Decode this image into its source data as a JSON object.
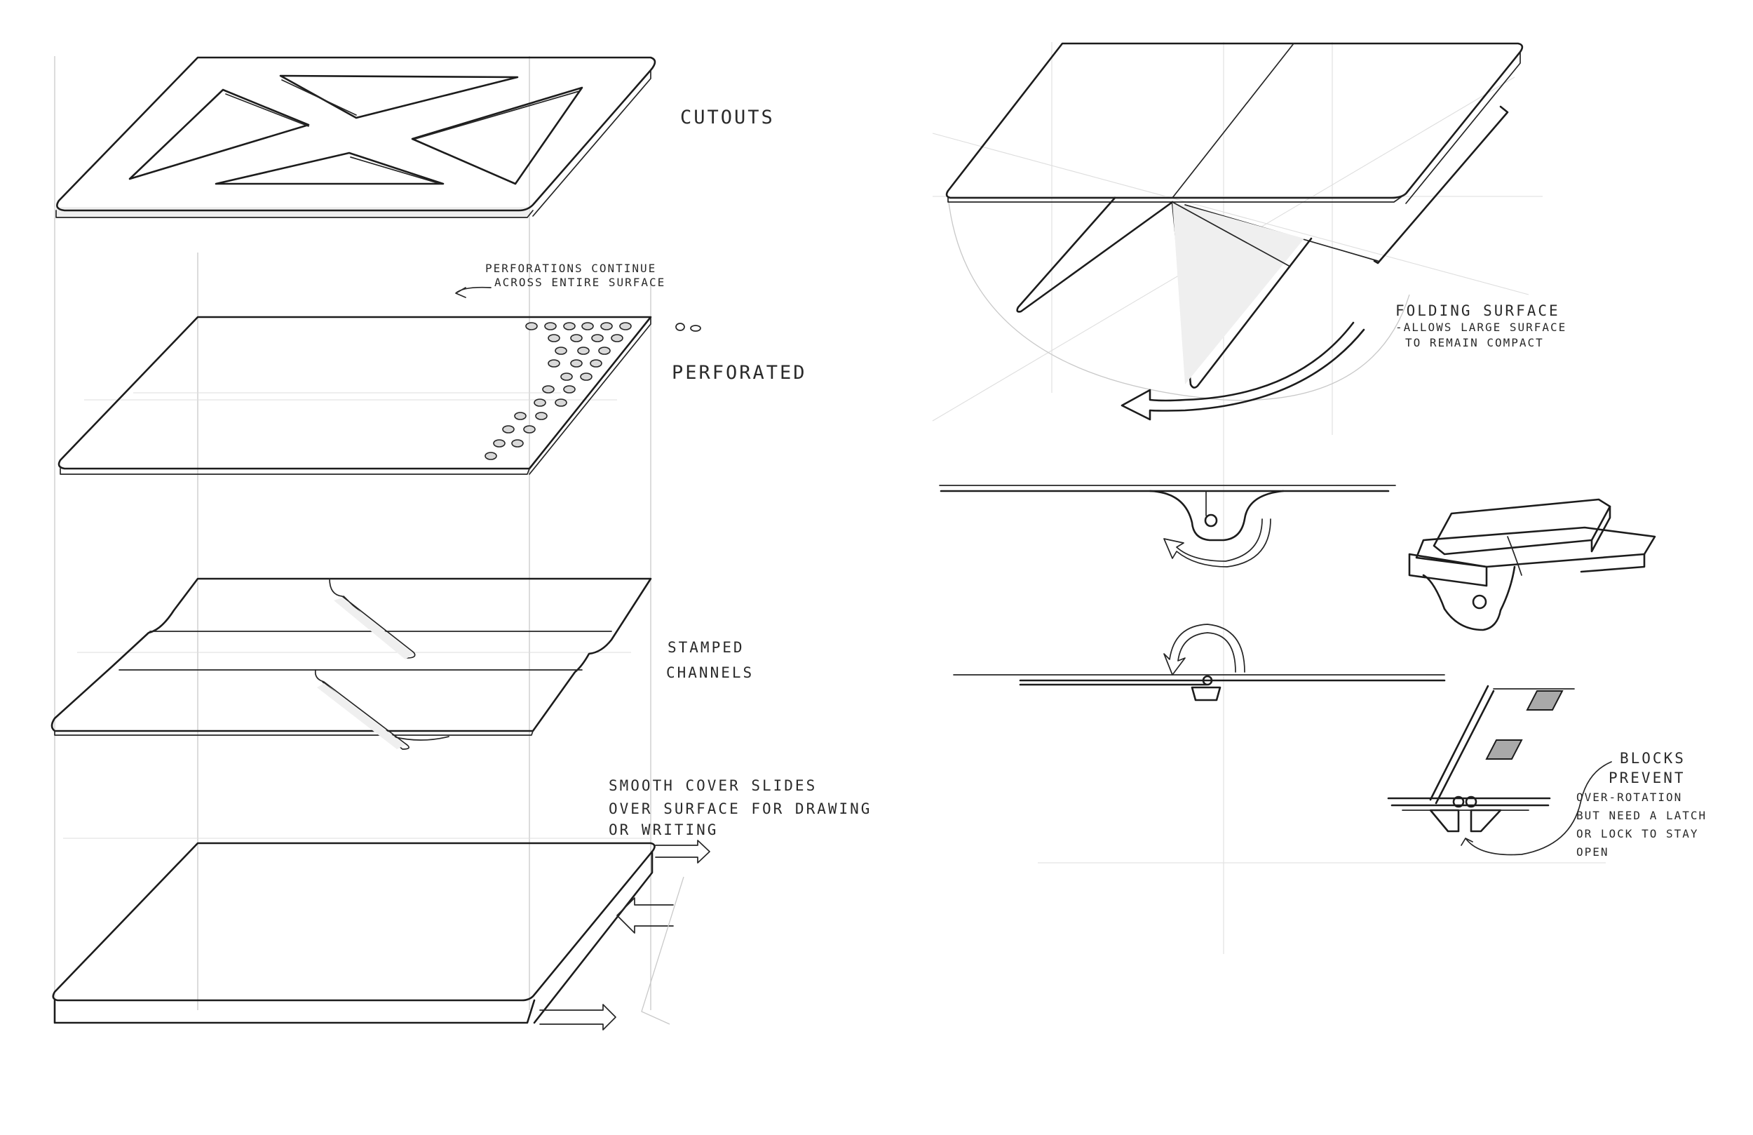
{
  "labels": {
    "cutouts": "CUTOUTS",
    "perf_note_line1": "PERFORATIONS CONTINUE",
    "perf_note_line2": "ACROSS ENTIRE SURFACE",
    "perforated": "PERFORATED",
    "stamped_line1": "STAMPED",
    "stamped_line2": "CHANNELS",
    "cover_line1": "SMOOTH COVER SLIDES",
    "cover_line2": "OVER SURFACE FOR DRAWING",
    "cover_line3": "OR WRITING",
    "folding_line1": "FOLDING SURFACE",
    "folding_line2": "-ALLOWS LARGE SURFACE",
    "folding_line3": "TO REMAIN COMPACT",
    "blocks_line1": "BLOCKS",
    "blocks_line2": "PREVENT",
    "blocks_line3": "OVER-ROTATION",
    "blocks_line4": "BUT NEED A LATCH",
    "blocks_line5": "OR LOCK TO STAY",
    "blocks_line6": "OPEN"
  },
  "style": {
    "paper": "#ffffff",
    "ink": "#1c1c1c",
    "guide": "#c9c9c9"
  }
}
